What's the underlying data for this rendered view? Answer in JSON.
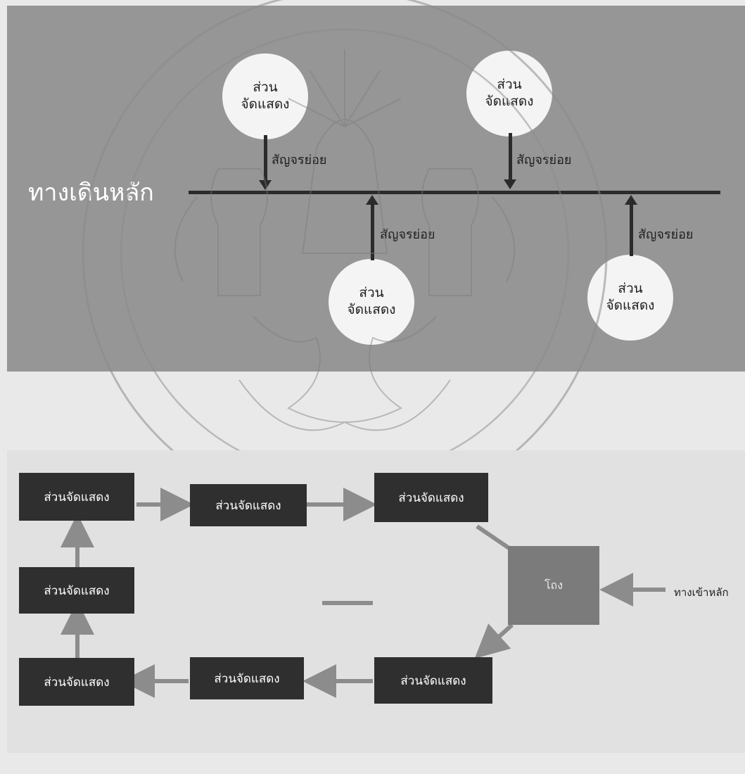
{
  "top_diagram": {
    "main_path": "ทางเดินหลัก",
    "display_label_line1": "ส่วน",
    "display_label_line2": "จัดแสดง",
    "sub_path": "สัญจรย่อย",
    "line_color": "#2b2b2b",
    "background_color": "#969696"
  },
  "bottom_diagram": {
    "display_box": "ส่วนจัดแสดง",
    "hall": "โถง",
    "main_entrance": "ทางเข้าหลัก",
    "box_color": "#2f2f2f",
    "hall_color": "#7b7b7b",
    "arrow_color": "#8c8c8c"
  }
}
